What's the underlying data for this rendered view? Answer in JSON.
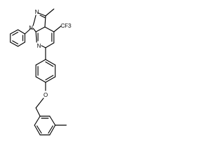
{
  "molecule": {
    "atoms": {
      "n_pyrazole": "N",
      "n_phenyl": "N",
      "n_pyridine": "N",
      "o_ether": "O",
      "cf3": "CF3"
    }
  },
  "colors": {
    "bond": "#000000",
    "background": "#ffffff"
  }
}
